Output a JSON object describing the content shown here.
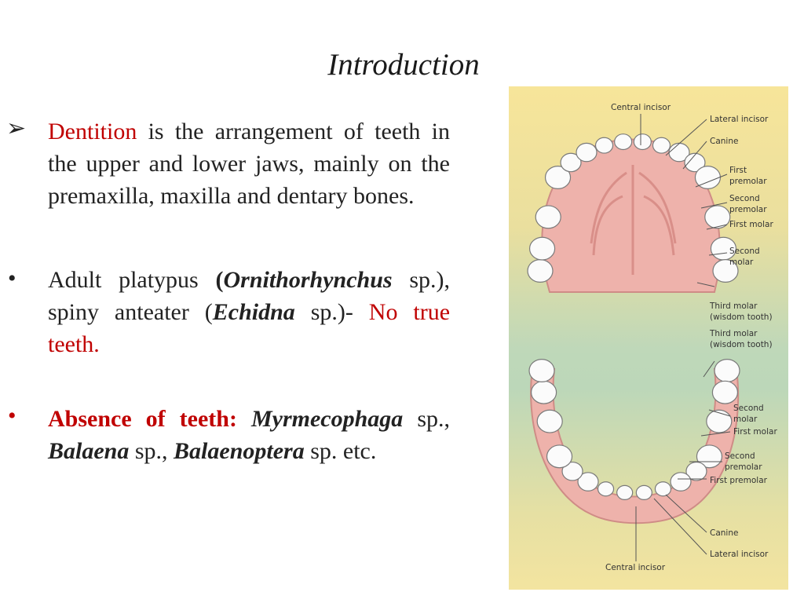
{
  "slide": {
    "title": "Introduction"
  },
  "bullets": [
    {
      "marker": "➢",
      "parts": [
        {
          "text": "Dentition",
          "color": "red"
        },
        {
          "text": " is the arrangement of teeth in the upper and lower jaws, mainly on the premaxilla, maxilla and dentary bones."
        }
      ]
    },
    {
      "marker": "•",
      "parts": [
        {
          "text": "Adult platypus "
        },
        {
          "text": "(",
          "bold": true
        },
        {
          "text": "Ornithorhynchus",
          "bold": true,
          "italic": true
        },
        {
          "text": " sp.), spiny anteater ("
        },
        {
          "text": "Echidna",
          "bold": true,
          "italic": true
        },
        {
          "text": " sp.)- "
        },
        {
          "text": "No true teeth.",
          "color": "red"
        }
      ]
    },
    {
      "marker": "•",
      "marker_color": "red",
      "parts": [
        {
          "text": "Absence of teeth:",
          "bold": true,
          "color": "red"
        },
        {
          "text": " "
        },
        {
          "text": "Myrmecophaga",
          "bold": true,
          "italic": true
        },
        {
          "text": " sp., "
        },
        {
          "text": "Balaena",
          "bold": true,
          "italic": true
        },
        {
          "text": " sp., "
        },
        {
          "text": "Balaenoptera",
          "bold": true,
          "italic": true
        },
        {
          "text": " sp. etc."
        }
      ]
    }
  ],
  "diagram": {
    "upper_labels": {
      "central_incisor": "Central incisor",
      "lateral_incisor": "Lateral incisor",
      "canine": "Canine",
      "first_premolar": [
        "First",
        "premolar"
      ],
      "second_premolar": [
        "Second",
        "premolar"
      ],
      "first_molar": "First molar",
      "second_molar": [
        "Second",
        "molar"
      ],
      "third_molar": [
        "Third molar",
        "(wisdom tooth)"
      ]
    },
    "lower_labels": {
      "third_molar": [
        "Third molar",
        "(wisdom tooth)"
      ],
      "second_molar": [
        "Second",
        "molar"
      ],
      "first_molar": "First molar",
      "second_premolar": [
        "Second",
        "premolar"
      ],
      "first_premolar": "First premolar",
      "canine": "Canine",
      "lateral_incisor": "Lateral incisor",
      "central_incisor": "Central incisor"
    }
  }
}
